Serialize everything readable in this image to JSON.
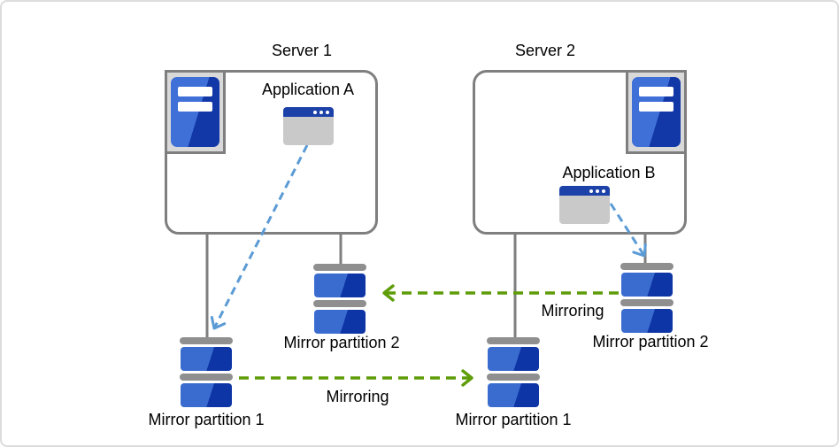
{
  "diagram": {
    "title_hint": "Disk mirroring between two servers",
    "server1": {
      "title": "Server 1",
      "app_label": "Application A"
    },
    "server2": {
      "title": "Server 2",
      "app_label": "Application B"
    },
    "partition_labels": {
      "s1_partition1": "Mirror partition 1",
      "s1_partition2": "Mirror partition 2",
      "s2_partition1": "Mirror partition 1",
      "s2_partition2": "Mirror partition 2"
    },
    "arrow_labels": {
      "mirroring_bottom": "Mirroring",
      "mirroring_top": "Mirroring"
    },
    "icons": {
      "server": "server-tower-icon",
      "application": "app-window-icon",
      "partition": "disk-stack-icon"
    },
    "colors": {
      "partition_light_blue": "#3a6cd0",
      "partition_dark_blue": "#0e35a5",
      "window_titlebar_blue": "#1c41a8",
      "arrow_blue": "#5b9bd5",
      "arrow_green": "#5e9c08",
      "line_gray": "#7f7f7f",
      "cap_gray": "#8f8f8f",
      "chip_gray": "#d9d9d9"
    }
  }
}
